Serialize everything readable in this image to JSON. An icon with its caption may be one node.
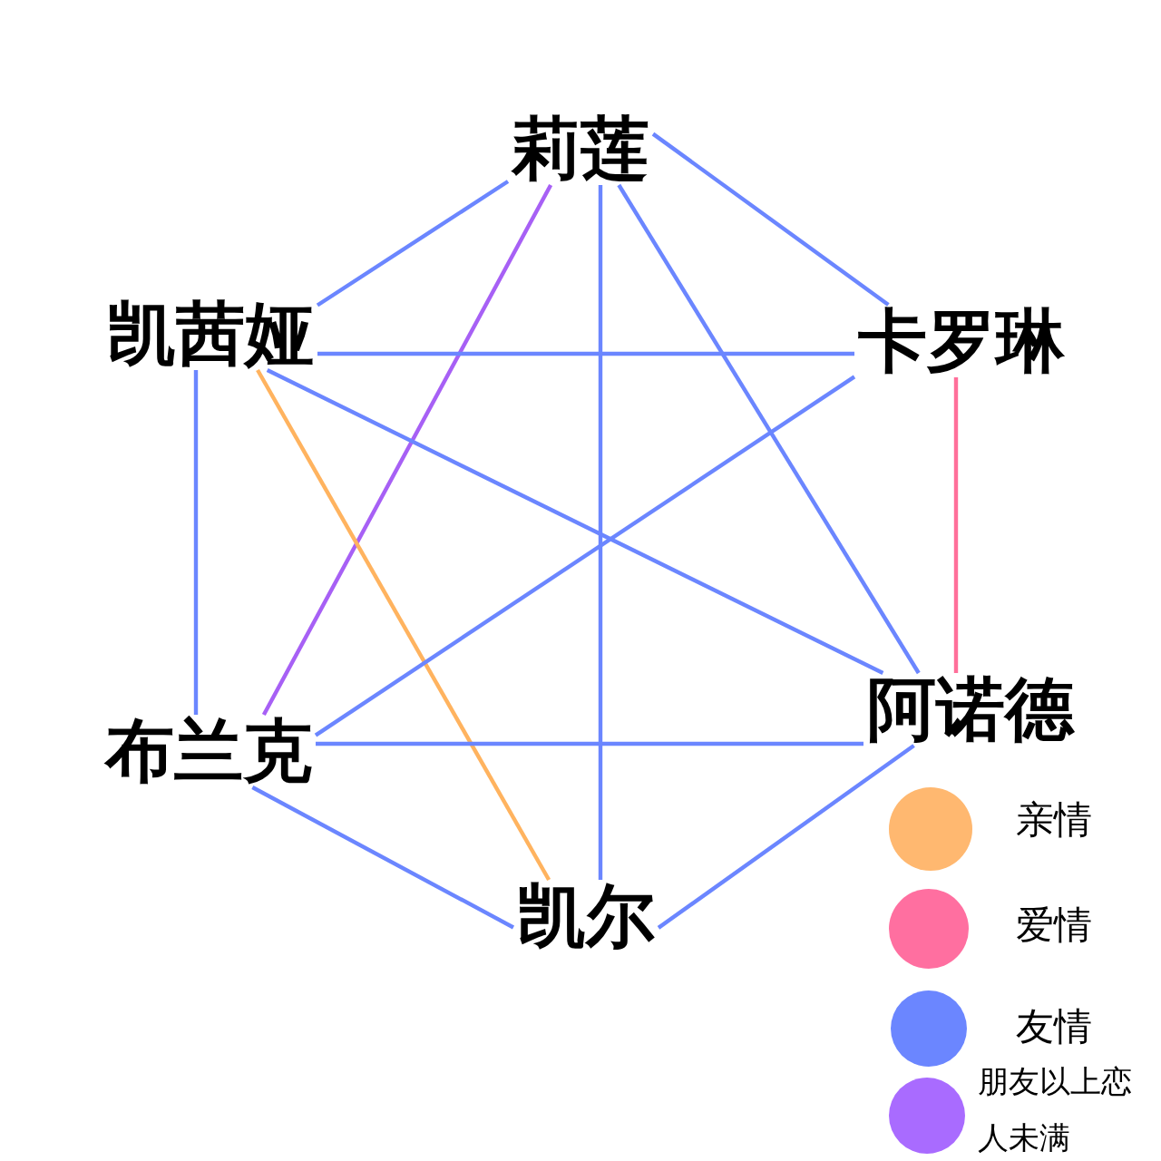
{
  "diagram": {
    "nodes": [
      {
        "text": [
          "莉莲"
        ]
      },
      {
        "text": [
          "凯茜娅"
        ]
      },
      {
        "text": [
          "卡罗琳"
        ]
      },
      {
        "text": [
          "布兰克"
        ]
      },
      {
        "text": [
          "阿诺德"
        ]
      },
      {
        "text": [
          "凯尔"
        ]
      }
    ],
    "edges": [
      {
        "from": 0,
        "to": 1,
        "arrow": "none"
      },
      {
        "from": 0,
        "to": 2,
        "arrow": "none"
      },
      {
        "from": 0,
        "to": 5,
        "arrow": "none"
      },
      {
        "from": 0,
        "to": 4,
        "arrow": "none"
      },
      {
        "from": 0,
        "to": 3,
        "arrow": "none",
        "color": "#a760f5"
      },
      {
        "from": 1,
        "to": 2,
        "arrow": "none"
      },
      {
        "from": 1,
        "to": 3,
        "arrow": "none"
      },
      {
        "from": 1,
        "to": 4,
        "arrow": "none"
      },
      {
        "from": 1,
        "to": 5,
        "arrow": "none",
        "color": "#ffb35f"
      },
      {
        "from": 2,
        "to": 4,
        "arrow": "none",
        "color": "#ff6f9a"
      },
      {
        "from": 2,
        "to": 3,
        "arrow": "none"
      },
      {
        "from": 3,
        "to": 4,
        "arrow": "none"
      },
      {
        "from": 3,
        "to": 5,
        "arrow": "none"
      },
      {
        "from": 5,
        "to": 4,
        "arrow": "none"
      }
    ],
    "legend": [
      {
        "text": "亲情",
        "color": "#ffb870"
      },
      {
        "text": "爱情",
        "color": "#ff6fa0"
      },
      {
        "text": "友情",
        "color": "#6b86ff"
      },
      {
        "text": "朋友以上恋人未满",
        "color": "#a96bff"
      }
    ]
  }
}
